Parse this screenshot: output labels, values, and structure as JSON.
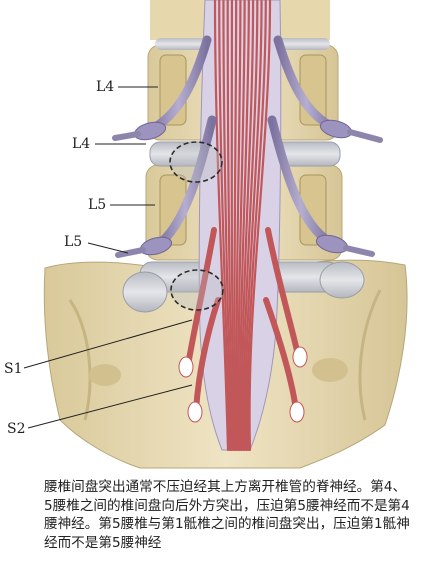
{
  "labels": {
    "l4_upper": "L4",
    "l4_lower": "L4",
    "l5_upper": "L5",
    "l5_lower": "L5",
    "s1": "S1",
    "s2": "S2"
  },
  "caption": "腰椎间盘突出通常不压迫经其上方离开椎管的脊神经。第4、5腰椎之间的椎间盘向后外方突出，压迫第5腰神经而不是第4腰神经。第5腰椎与第1骶椎之间的椎间盘突出，压迫第1骶神经而不是第5腰神经",
  "colors": {
    "bone": "#e9dcb4",
    "disc": "#c6c9cf",
    "nerve_root": "#8e85ad",
    "cauda_equina": "#c2575a",
    "dura": "#b7aec9",
    "herniation_outline": "#2b2b2b"
  }
}
